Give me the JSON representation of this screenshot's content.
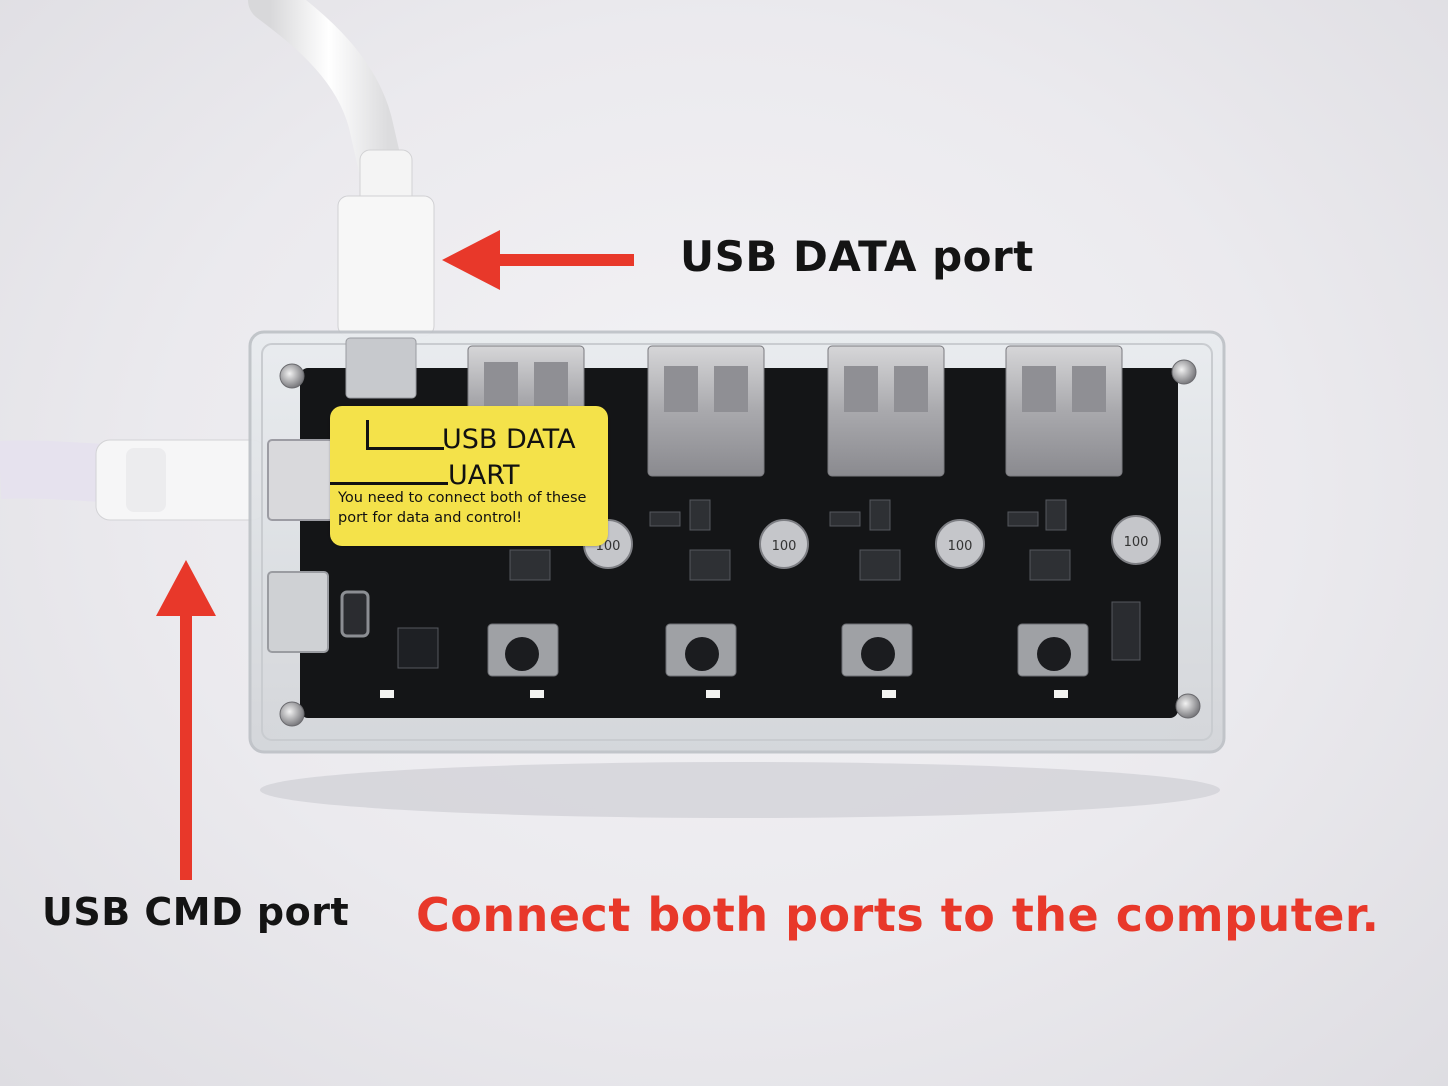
{
  "annotations": {
    "data_port_label": "USB DATA port",
    "cmd_port_label": "USB CMD port",
    "instruction": "Connect both ports to the computer."
  },
  "sticker": {
    "data_label": "USB DATA",
    "uart_label": "UART",
    "note": "You need to connect both of these port for data and control!"
  },
  "colors": {
    "arrow": "#e8382a",
    "instruction_text": "#e8382a",
    "sticker": "#f4e24a",
    "pcb": "#141517",
    "cable": "#f6f6f6"
  },
  "components": {
    "capacitor_marking": "100"
  }
}
